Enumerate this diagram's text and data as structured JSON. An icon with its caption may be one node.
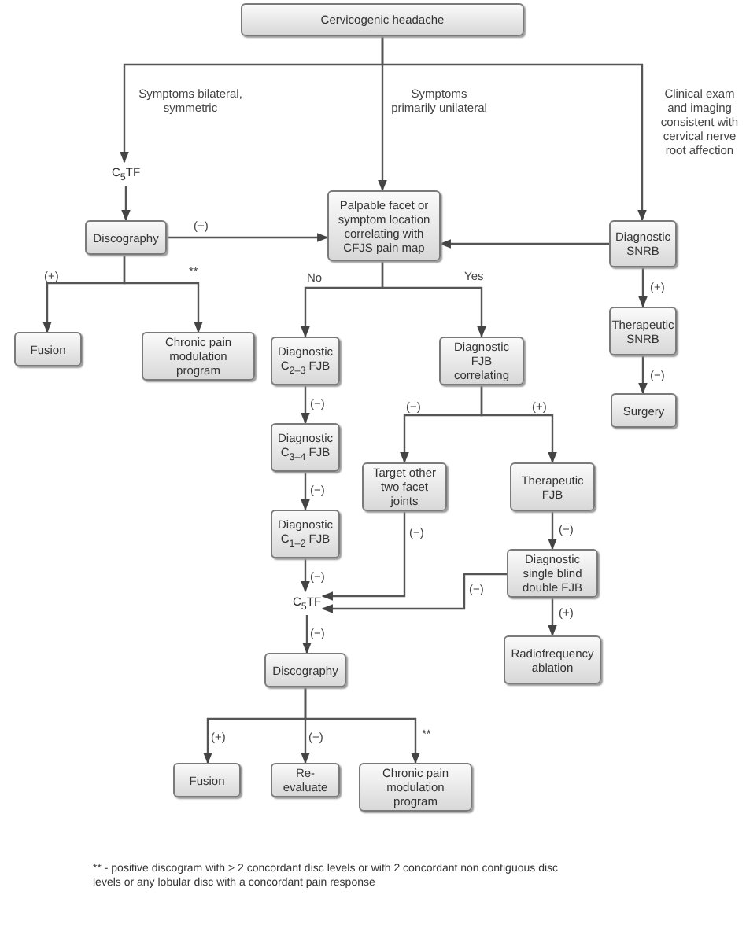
{
  "diagram": {
    "nodes": [
      {
        "text": [
          "Cervicogenic headache"
        ]
      },
      {
        "text": [
          "C$_{5}$TF"
        ]
      },
      {
        "text": [
          "Discography"
        ]
      },
      {
        "text": [
          "Palpable facet or symptom location correlating with CFJS pain map"
        ]
      },
      {
        "text": [
          "Diagnostic SNRB"
        ]
      },
      {
        "text": [
          "Fusion"
        ]
      },
      {
        "text": [
          "Chronic pain modulation program"
        ]
      },
      {
        "text": [
          "Diagnostic C$_{2–3}$ FJB"
        ]
      },
      {
        "text": [
          "Diagnostic FJB correlating"
        ]
      },
      {
        "text": [
          "Therapeutic SNRB"
        ]
      },
      {
        "text": [
          "Surgery"
        ]
      },
      {
        "text": [
          "Diagnostic C$_{3–4}$ FJB"
        ]
      },
      {
        "text": [
          "Target other two facet joints"
        ]
      },
      {
        "text": [
          "Therapeutic FJB"
        ]
      },
      {
        "text": [
          "Diagnostic C$_{1–2}$ FJB"
        ]
      },
      {
        "text": [
          "Diagnostic single blind double FJB"
        ]
      },
      {
        "text": [
          "C$_{5}$TF"
        ]
      },
      {
        "text": [
          "Radiofrequency ablation"
        ]
      },
      {
        "text": [
          "Discography"
        ]
      },
      {
        "text": [
          "Fusion"
        ]
      },
      {
        "text": [
          "Re-evaluate"
        ]
      },
      {
        "text": [
          "Chronic pain modulation program"
        ]
      }
    ],
    "edges": [
      {
        "from": 0,
        "to": 1,
        "arrow": "to",
        "label": "Symptoms bilateral, symmetric"
      },
      {
        "from": 0,
        "to": 3,
        "arrow": "to",
        "label": "Symptoms primarily unilateral"
      },
      {
        "from": 0,
        "to": 4,
        "arrow": "to",
        "label": "Clinical exam and imaging consistent with cervical nerve root affection"
      },
      {
        "from": 1,
        "to": 2,
        "arrow": "to"
      },
      {
        "from": 2,
        "to": 3,
        "arrow": "to",
        "label": "(−)"
      },
      {
        "from": 4,
        "to": 3,
        "arrow": "to"
      },
      {
        "from": 2,
        "to": 5,
        "arrow": "to",
        "label": "(+)"
      },
      {
        "from": 2,
        "to": 6,
        "arrow": "to",
        "label": "**"
      },
      {
        "from": 3,
        "to": 7,
        "arrow": "to",
        "label": "No"
      },
      {
        "from": 3,
        "to": 8,
        "arrow": "to",
        "label": "Yes"
      },
      {
        "from": 4,
        "to": 9,
        "arrow": "to",
        "label": "(+)"
      },
      {
        "from": 9,
        "to": 10,
        "arrow": "to",
        "label": "(−)"
      },
      {
        "from": 7,
        "to": 11,
        "arrow": "to",
        "label": "(−)"
      },
      {
        "from": 11,
        "to": 14,
        "arrow": "to",
        "label": "(−)"
      },
      {
        "from": 14,
        "to": 16,
        "arrow": "to",
        "label": "(−)"
      },
      {
        "from": 8,
        "to": 12,
        "arrow": "to",
        "label": "(−)"
      },
      {
        "from": 8,
        "to": 13,
        "arrow": "to",
        "label": "(+)"
      },
      {
        "from": 12,
        "to": 16,
        "arrow": "to",
        "label": "(−)"
      },
      {
        "from": 13,
        "to": 15,
        "arrow": "to",
        "label": "(−)"
      },
      {
        "from": 15,
        "to": 17,
        "arrow": "to",
        "label": "(+)"
      },
      {
        "from": 15,
        "to": 16,
        "arrow": "to",
        "label": "(−)"
      },
      {
        "from": 16,
        "to": 18,
        "arrow": "to",
        "label": "(−)"
      },
      {
        "from": 18,
        "to": 19,
        "arrow": "to",
        "label": "(+)"
      },
      {
        "from": 18,
        "to": 20,
        "arrow": "to",
        "label": "(−)"
      },
      {
        "from": 18,
        "to": 21,
        "arrow": "to",
        "label": "**"
      }
    ],
    "labels": [
      "** - positive discogram with > 2 concordant disc levels or with 2 concordant non contiguous disc levels or any lobular disc with a concordant pain response"
    ]
  }
}
